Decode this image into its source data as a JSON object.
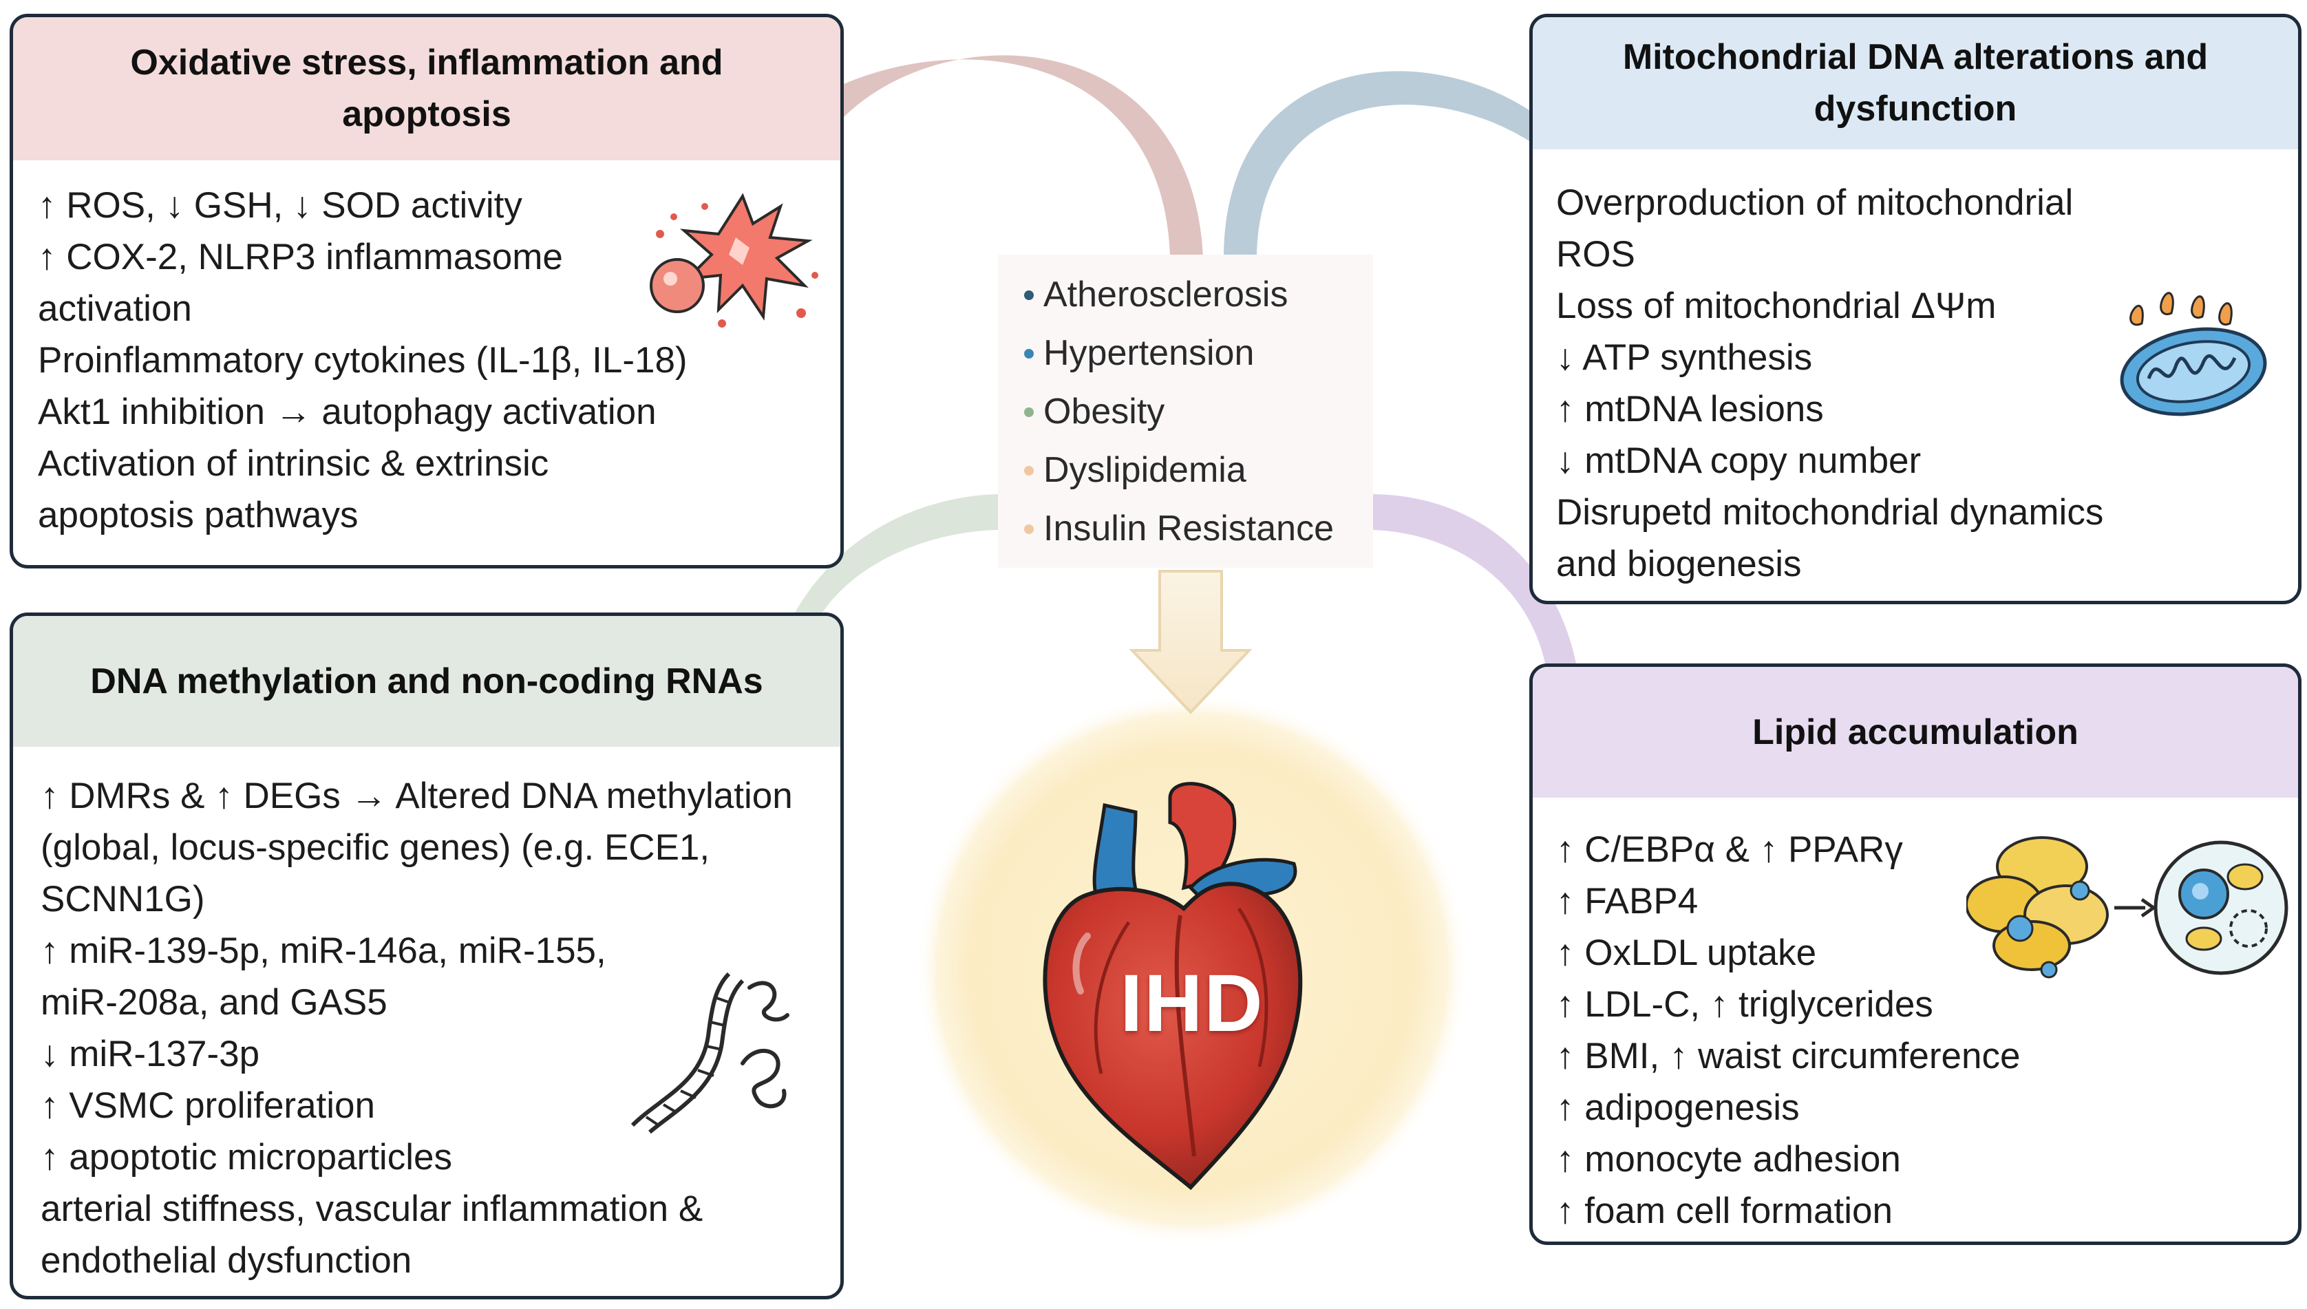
{
  "risk_factors": {
    "items": [
      {
        "label": "Atherosclerosis",
        "color": "#2f5b74"
      },
      {
        "label": "Hypertension",
        "color": "#3a86b4"
      },
      {
        "label": "Obesity",
        "color": "#8fb58f"
      },
      {
        "label": "Dyslipidemia",
        "color": "#f1c7a1"
      },
      {
        "label": "Insulin Resistance",
        "color": "#f1c7a1"
      }
    ]
  },
  "center": {
    "label": "IHD",
    "heart_icon": "heart-icon",
    "arrow_icon": "down-arrow-icon",
    "glow_color": "#fbecc4"
  },
  "boxes": {
    "oxidative": {
      "title_lines": [
        "Oxidative stress, inflammation and",
        "apoptosis"
      ],
      "header_color": "#f3dcdb",
      "connector_color": "#d9b5b2",
      "icon": "burst-cell-icon",
      "lines": [
        "↑ ROS, ↓ GSH, ↓ SOD activity",
        "↑ COX-2, NLRP3 inflammasome",
        "activation",
        "Proinflammatory cytokines (IL-1β, IL-18)",
        "Akt1 inhibition → autophagy activation",
        "Activation of intrinsic & extrinsic",
        "apoptosis pathways"
      ]
    },
    "mito": {
      "title_lines": [
        "Mitochondrial DNA alterations and",
        "dysfunction"
      ],
      "header_color": "#dce9f5",
      "connector_color": "#a9c2d6",
      "icon": "mitochondrion-icon",
      "lines": [
        "Overproduction of mitochondrial",
        "ROS",
        "Loss of mitochondrial ΔΨm",
        "↓ ATP synthesis",
        "↑ mtDNA lesions",
        "↓ mtDNA copy number",
        "Disrupetd mitochondrial dynamics",
        "and biogenesis"
      ]
    },
    "dna": {
      "title_lines": [
        "DNA methylation and non-coding RNAs"
      ],
      "header_color": "#e2e8e2",
      "connector_color": "#cfdbcf",
      "icon": "dna-rna-icon",
      "lines": [
        "↑ DMRs & ↑ DEGs → Altered DNA methylation",
        "(global, locus-specific genes) (e.g. ECE1,",
        "SCNN1G)",
        "↑ miR-139-5p, miR-146a, miR-155,",
        "miR-208a, and GAS5",
        "↓ miR-137-3p",
        "↑ VSMC proliferation",
        "↑ apoptotic microparticles",
        "arterial stiffness, vascular inflammation &",
        "endothelial dysfunction"
      ]
    },
    "lipid": {
      "title_lines": [
        "Lipid accumulation"
      ],
      "header_color": "#e8dcf0",
      "connector_color": "#d9c6e6",
      "icon": "adipocyte-foam-cell-icon",
      "lines": [
        "↑ C/EBPα & ↑ PPARγ",
        "↑ FABP4",
        "↑ OxLDL uptake",
        "↑ LDL-C, ↑ triglycerides",
        "↑ BMI, ↑ waist circumference",
        "↑ adipogenesis",
        "↑ monocyte adhesion",
        "↑ foam cell formation"
      ]
    }
  }
}
